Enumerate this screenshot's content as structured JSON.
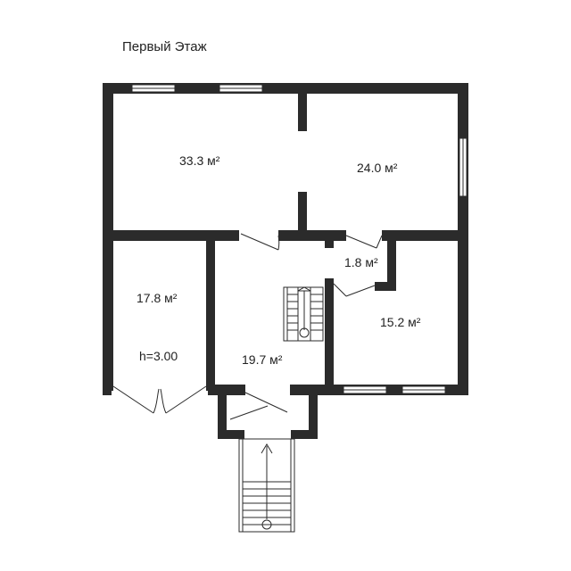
{
  "floor_title": "Первый Этаж",
  "rooms": {
    "living_left": {
      "area": "33.3 м²"
    },
    "living_right": {
      "area": "24.0 м²"
    },
    "bath": {
      "area": "1.8 м²"
    },
    "left_room": {
      "area": "17.8 м²",
      "height_note": "h=3.00"
    },
    "hall": {
      "area": "19.7 м²"
    },
    "right_room": {
      "area": "15.2 м²"
    }
  },
  "colors": {
    "wall": "#2b2b2b",
    "background": "#ffffff"
  }
}
